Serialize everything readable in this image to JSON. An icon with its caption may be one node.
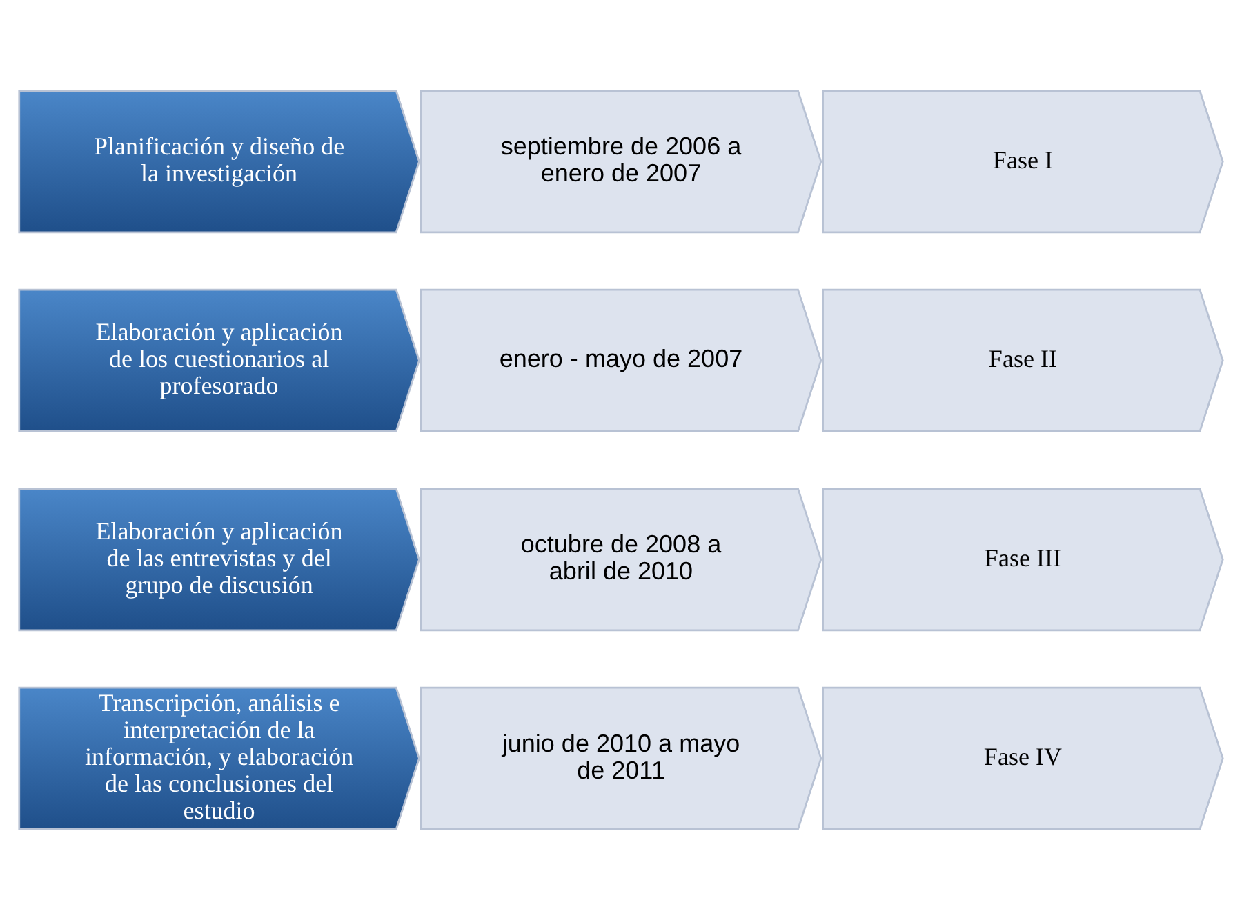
{
  "diagram": {
    "nodes": [
      {
        "text": [
          "Planificación y diseño de la investigación"
        ]
      },
      {
        "text": [
          "septiembre de 2006 a enero de 2007"
        ]
      },
      {
        "text": [
          "Fase I"
        ]
      },
      {
        "text": [
          "Elaboración y aplicación de los cuestionarios al profesorado"
        ]
      },
      {
        "text": [
          "enero - mayo de 2007"
        ]
      },
      {
        "text": [
          "Fase II"
        ]
      },
      {
        "text": [
          "Elaboración y aplicación de las entrevistas y del grupo de discusión"
        ]
      },
      {
        "text": [
          "octubre de 2008 a abril de 2010"
        ]
      },
      {
        "text": [
          "Fase III"
        ]
      },
      {
        "text": [
          "Transcripción, análisis e interpretación de la información, y elaboración de las conclusiones del estudio"
        ]
      },
      {
        "text": [
          "junio de 2010 a mayo de 2011"
        ]
      },
      {
        "text": [
          "Fase IV"
        ]
      }
    ]
  }
}
